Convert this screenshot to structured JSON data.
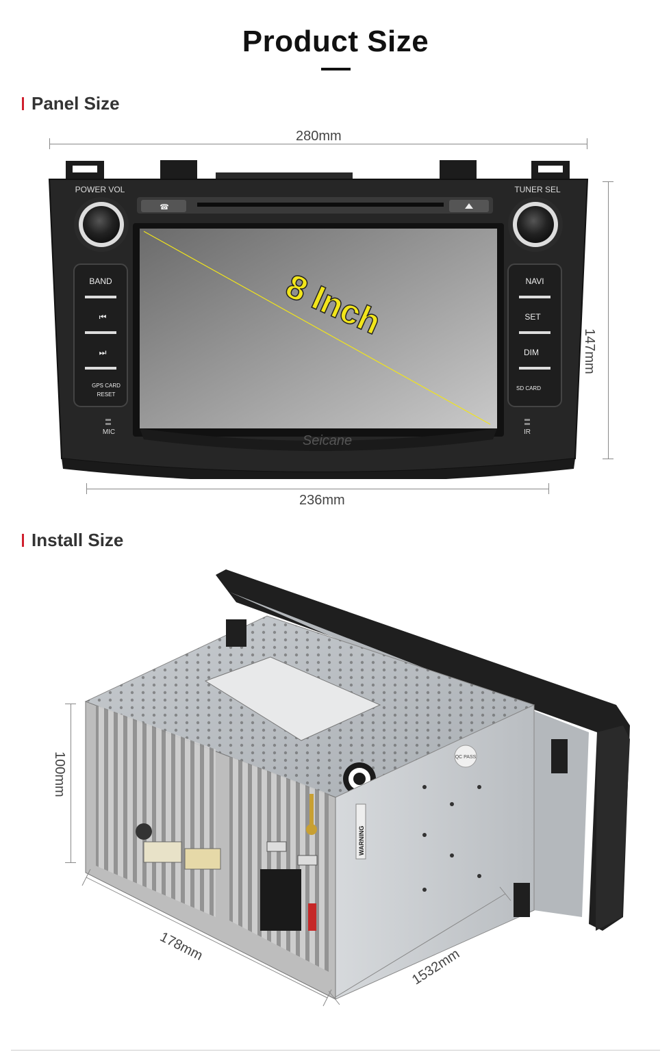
{
  "page": {
    "title": "Product Size"
  },
  "panel": {
    "heading": "Panel Size",
    "width_label": "280mm",
    "height_label": "147mm",
    "bottom_label": "236mm",
    "screen_label": "8 Inch",
    "brand": "Seicane",
    "knob_left_label": "POWER VOL",
    "knob_right_label": "TUNER SEL",
    "left_buttons": [
      "BAND",
      "⏮",
      "⏭",
      "GPS CARD",
      "RESET"
    ],
    "right_buttons": [
      "NAVI",
      "SET",
      "DIM",
      "SD CARD"
    ],
    "mic_label": "MIC",
    "ir_label": "IR"
  },
  "install": {
    "heading": "Install Size",
    "height_label": "100mm",
    "width_label": "178mm",
    "depth_label": "1532mm",
    "label_warning": "WARNING",
    "label_qc": "QC PASS"
  },
  "colors": {
    "accent_red": "#d0202e",
    "screen_yellow": "#f2e51a"
  }
}
